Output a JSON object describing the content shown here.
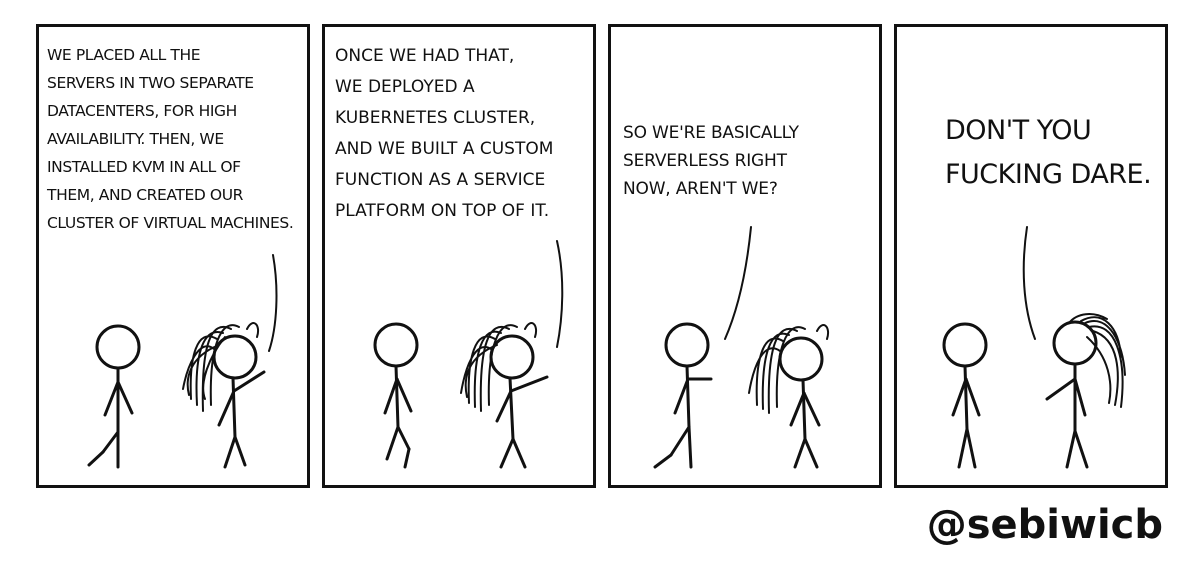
{
  "panels": [
    {
      "caption": "We placed all the\nservers in two separate\ndatacenters, for high\navailability. Then, we\ninstalled KVM in all of\nthem, and created our\ncluster of virtual machines."
    },
    {
      "caption": "Once we had that,\nwe deployed a\nKubernetes cluster,\nand we built a custom\nfunction as a service\nplatform on top of it."
    },
    {
      "caption": "So we're basically\nserverless right\nnow, aren't we?"
    },
    {
      "caption": "Don't you\nfucking dare."
    }
  ],
  "watermark": "@sebiwicb",
  "icons": [
    "stick-figure-icon",
    "long-haired-stick-figure-icon",
    "speech-tail-icon"
  ]
}
